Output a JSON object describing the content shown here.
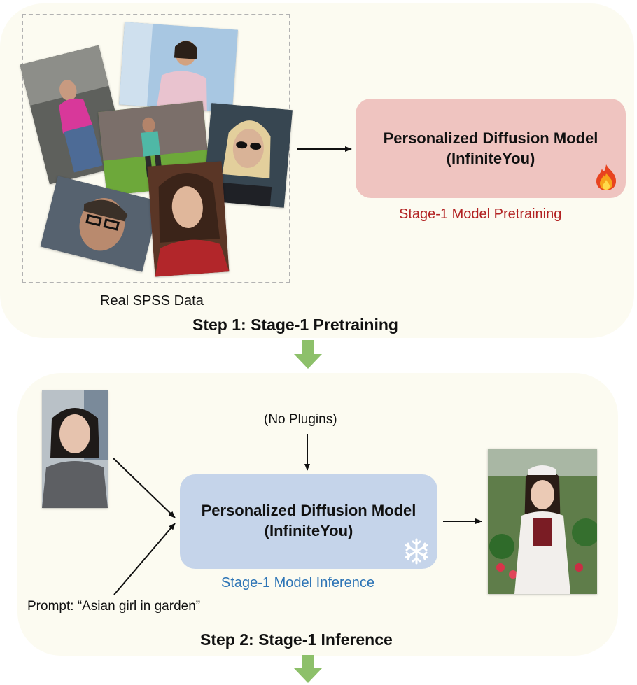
{
  "step1": {
    "title": "Step 1: Stage-1 Pretraining",
    "data_caption": "Real SPSS Data",
    "model": {
      "line1": "Personalized Diffusion Model",
      "line2": "(InfiniteYou)",
      "status_icon": "fire-icon"
    },
    "stage_label": "Stage-1 Model Pretraining",
    "stage_label_color": "#b22222"
  },
  "step2": {
    "title": "Step 2: Stage-1 Inference",
    "plugins_label": "(No Plugins)",
    "prompt_label": "Prompt: “Asian girl in garden”",
    "model": {
      "line1": "Personalized Diffusion Model",
      "line2": "(InfiniteYou)",
      "status_icon": "snowflake-icon"
    },
    "stage_label": "Stage-1 Model Inference",
    "stage_label_color": "#2e75b6"
  },
  "colors": {
    "panel_bg": "#fcfbf1",
    "pretrain_box": "#efc4c0",
    "inference_box": "#c5d4ea",
    "flow_arrow": "#8dc06a"
  }
}
